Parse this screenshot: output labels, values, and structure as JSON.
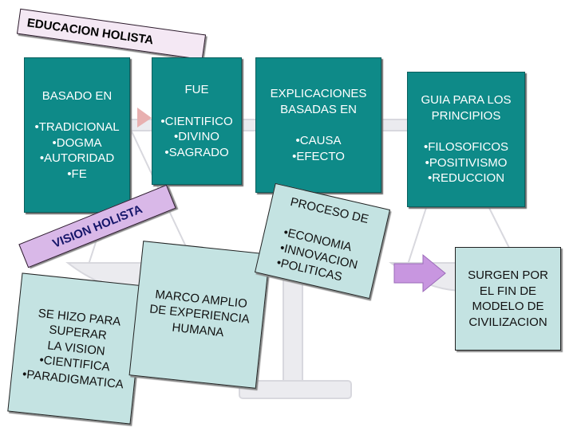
{
  "banners": {
    "educacion": "EDUCACION HOLISTA",
    "vision": "VISION HOLISTA"
  },
  "boxes": {
    "basado": {
      "title": "BASADO EN",
      "items": [
        "TRADICIONAL",
        "DOGMA",
        "AUTORIDAD",
        "FE"
      ]
    },
    "fue": {
      "title": "FUE",
      "items": [
        "CIENTIFICO",
        "DIVINO",
        "SAGRADO"
      ]
    },
    "explicaciones": {
      "title_line1": "EXPLICACIONES",
      "title_line2": "BASADAS EN",
      "items": [
        "CAUSA",
        "EFECTO"
      ]
    },
    "guia": {
      "title_line1": "GUIA PARA LOS",
      "title_line2": "PRINCIPIOS",
      "items": [
        "FILOSOFICOS",
        "POSITIVISMO",
        "REDUCCION"
      ]
    },
    "proceso": {
      "title": "PROCESO DE",
      "items": [
        "ECONOMIA",
        "INNOVACION",
        "POLITICAS"
      ]
    },
    "marco": {
      "line1": "MARCO AMPLIO",
      "line2": "DE EXPERIENCIA",
      "line3": "HUMANA"
    },
    "sehizo": {
      "line1": "SE HIZO PARA",
      "line2": "SUPERAR",
      "line3": "LA VISION",
      "items": [
        "CIENTIFICA",
        "PARADIGMATICA"
      ]
    },
    "surgen": {
      "line1": "SURGEN POR",
      "line2": "EL FIN DE",
      "line3": "MODELO DE",
      "line4": "CIVILIZACION"
    }
  },
  "colors": {
    "teal": "#0e8a88",
    "light_teal": "#c4e3e2",
    "violet": "#d9b8e8",
    "pale_pink": "#f4e8f4",
    "arrow": "#c896e0"
  }
}
